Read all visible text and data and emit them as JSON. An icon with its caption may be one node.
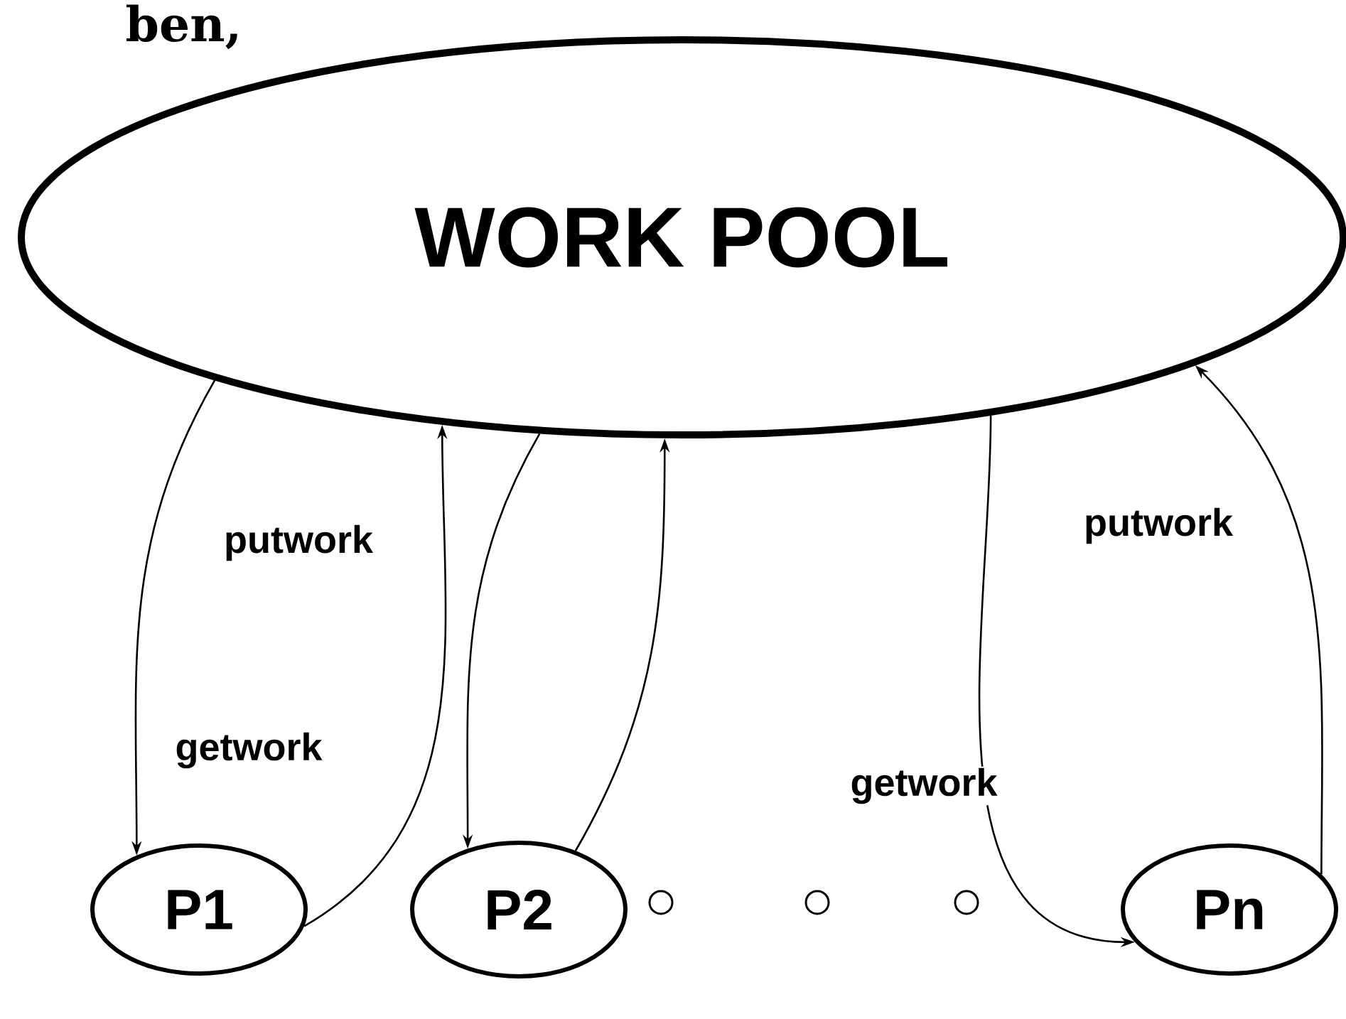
{
  "diagram": {
    "nodes": [
      {
        "text": [
          "WORK POOL"
        ]
      },
      {
        "text": [
          "P1"
        ]
      },
      {
        "text": [
          "P2"
        ]
      },
      {
        "text": [
          "Pn"
        ]
      }
    ],
    "edges": [
      {
        "from": 0,
        "to": 1,
        "arrow": "to",
        "label": "getwork"
      },
      {
        "from": 1,
        "to": 0,
        "arrow": "to",
        "label": "putwork"
      },
      {
        "from": 0,
        "to": 2,
        "arrow": "to"
      },
      {
        "from": 2,
        "to": 0,
        "arrow": "to"
      },
      {
        "from": 0,
        "to": 3,
        "arrow": "to",
        "label": "getwork"
      },
      {
        "from": 3,
        "to": 0,
        "arrow": "to",
        "label": "putwork"
      }
    ],
    "labels": [
      "ben,"
    ]
  }
}
